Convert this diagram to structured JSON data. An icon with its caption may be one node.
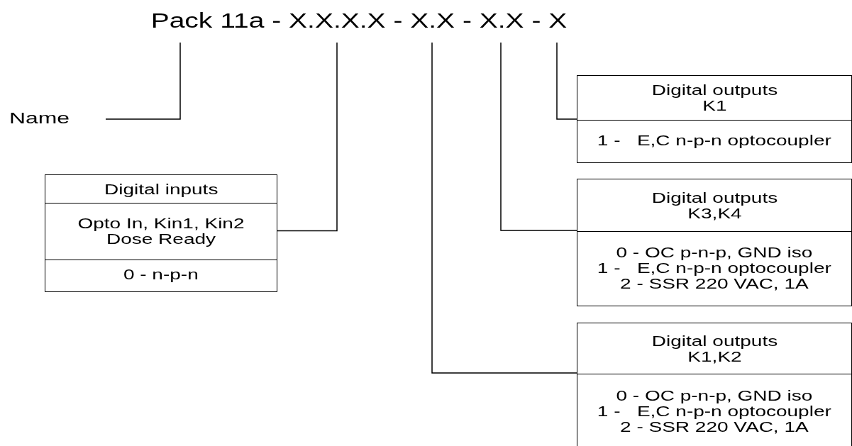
{
  "diagram": {
    "nodes": [
      {
        "text": [
          "Pack 11a - X.X.X.X - X.X - X.X - X"
        ]
      },
      {
        "text": [
          "Name"
        ]
      },
      {
        "text": [
          "Digital inputs",
          "Opto In, Kin1, Kin2 Dose Ready",
          "0 - n-p-n"
        ]
      },
      {
        "text": [
          "Digital outputs K1",
          "1 -   E,C n-p-n optocoupler"
        ]
      },
      {
        "text": [
          "Digital outputs K3,K4",
          "0 - OC p-n-p, GND iso",
          "1 -   E,C n-p-n optocoupler",
          "2 - SSR 220 VAC, 1A"
        ]
      },
      {
        "text": [
          "Digital outputs K1,K2",
          "0 - OC p-n-p, GND iso",
          "1 -   E,C n-p-n optocoupler",
          "2 - SSR 220 VAC, 1A"
        ]
      }
    ],
    "edges": [
      {
        "from": 0,
        "to": 1,
        "arrow": "none"
      },
      {
        "from": 0,
        "to": 2,
        "arrow": "none"
      },
      {
        "from": 0,
        "to": 5,
        "arrow": "none"
      },
      {
        "from": 0,
        "to": 4,
        "arrow": "none"
      },
      {
        "from": 0,
        "to": 3,
        "arrow": "none"
      }
    ]
  }
}
